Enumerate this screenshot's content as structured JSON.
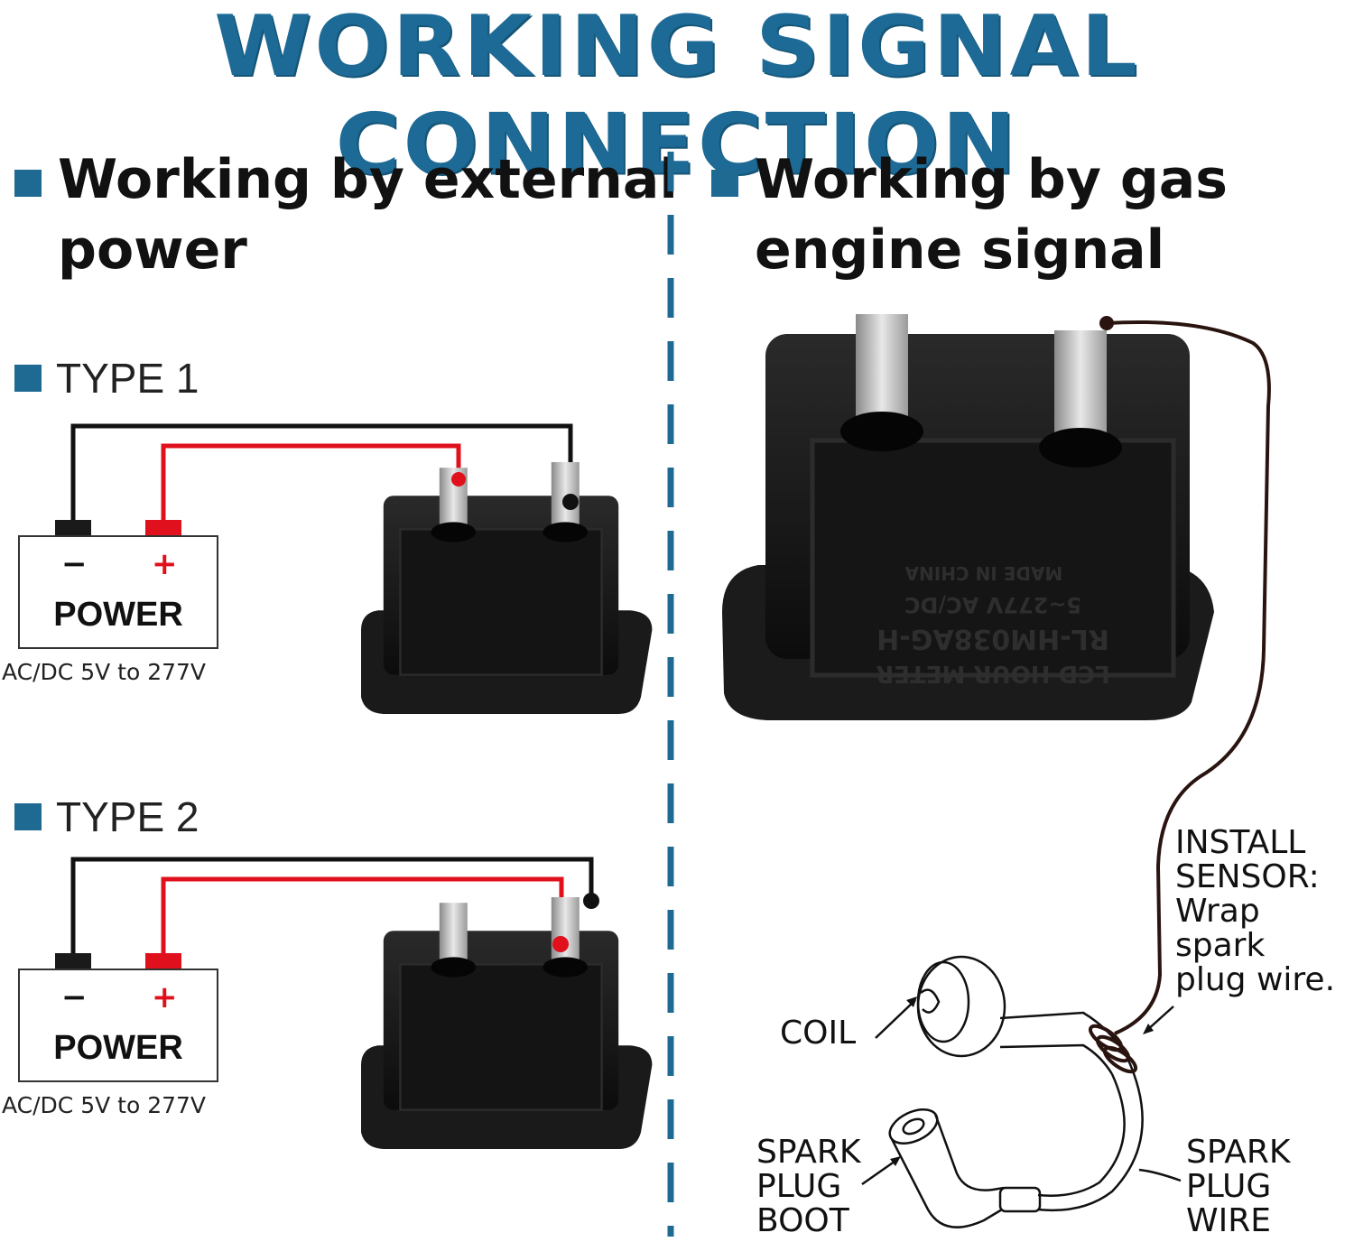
{
  "title": "WORKING SIGNAL CONNECTION",
  "left": {
    "heading_line1": "Working by external",
    "heading_line2": "power",
    "types": [
      {
        "label": "TYPE 1",
        "power_label": "POWER",
        "minus": "−",
        "plus": "+",
        "voltage": "AC/DC 5V to 277V"
      },
      {
        "label": "TYPE 2",
        "power_label": "POWER",
        "minus": "−",
        "plus": "+",
        "voltage": "AC/DC 5V to 277V"
      }
    ]
  },
  "right": {
    "heading_line1": "Working by gas",
    "heading_line2": "engine signal",
    "install_lines": [
      "INSTALL",
      "SENSOR:",
      "Wrap",
      "spark",
      "plug wire."
    ],
    "coil": "COIL",
    "boot_lines": [
      "SPARK",
      "PLUG",
      "BOOT"
    ],
    "wire_lines": [
      "SPARK",
      "PLUG",
      "WIRE"
    ]
  },
  "device": {
    "line1": "LCD HOUR METER",
    "line2": "RL-HM038AG-H",
    "line3": "5~277V AC/DC",
    "line4": "MADE IN CHINA"
  },
  "colors": {
    "accent": "#1f6a92",
    "title": "#1d6a96",
    "red_wire": "#e0101c",
    "black_wire": "#111111"
  }
}
